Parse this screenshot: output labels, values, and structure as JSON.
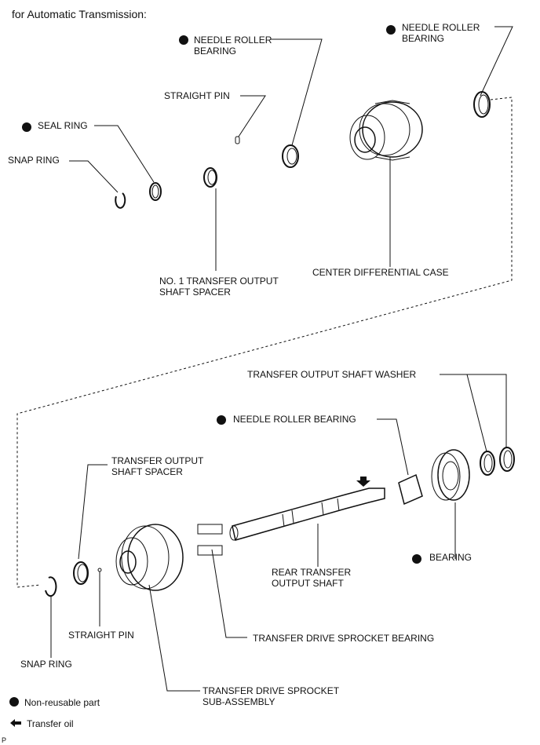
{
  "header": {
    "title": "for Automatic Transmission:"
  },
  "labels": {
    "needle_roller_bearing_1": "NEEDLE ROLLER\nBEARING",
    "needle_roller_bearing_2": "NEEDLE ROLLER\nBEARING",
    "straight_pin_top": "STRAIGHT PIN",
    "seal_ring": "SEAL RING",
    "snap_ring_top": "SNAP RING",
    "no1_spacer": "NO. 1 TRANSFER OUTPUT\nSHAFT SPACER",
    "center_diff_case": "CENTER DIFFERENTIAL CASE",
    "output_shaft_washer": "TRANSFER OUTPUT SHAFT WASHER",
    "needle_roller_bearing_3": "NEEDLE ROLLER BEARING",
    "output_shaft_spacer": "TRANSFER OUTPUT\nSHAFT SPACER",
    "bearing": "BEARING",
    "rear_output_shaft": "REAR TRANSFER\nOUTPUT SHAFT",
    "straight_pin_bottom": "STRAIGHT PIN",
    "drive_sprocket_bearing": "TRANSFER DRIVE SPROCKET BEARING",
    "snap_ring_bottom": "SNAP RING",
    "drive_sprocket_subassy": "TRANSFER DRIVE SPROCKET\nSUB-ASSEMBLY"
  },
  "legend": {
    "non_reusable": "Non-reusable part",
    "transfer_oil": "Transfer oil"
  },
  "footer_code": "P",
  "icons": {
    "non_reusable": "filled-circle-icon",
    "transfer_oil": "left-arrow-icon"
  }
}
